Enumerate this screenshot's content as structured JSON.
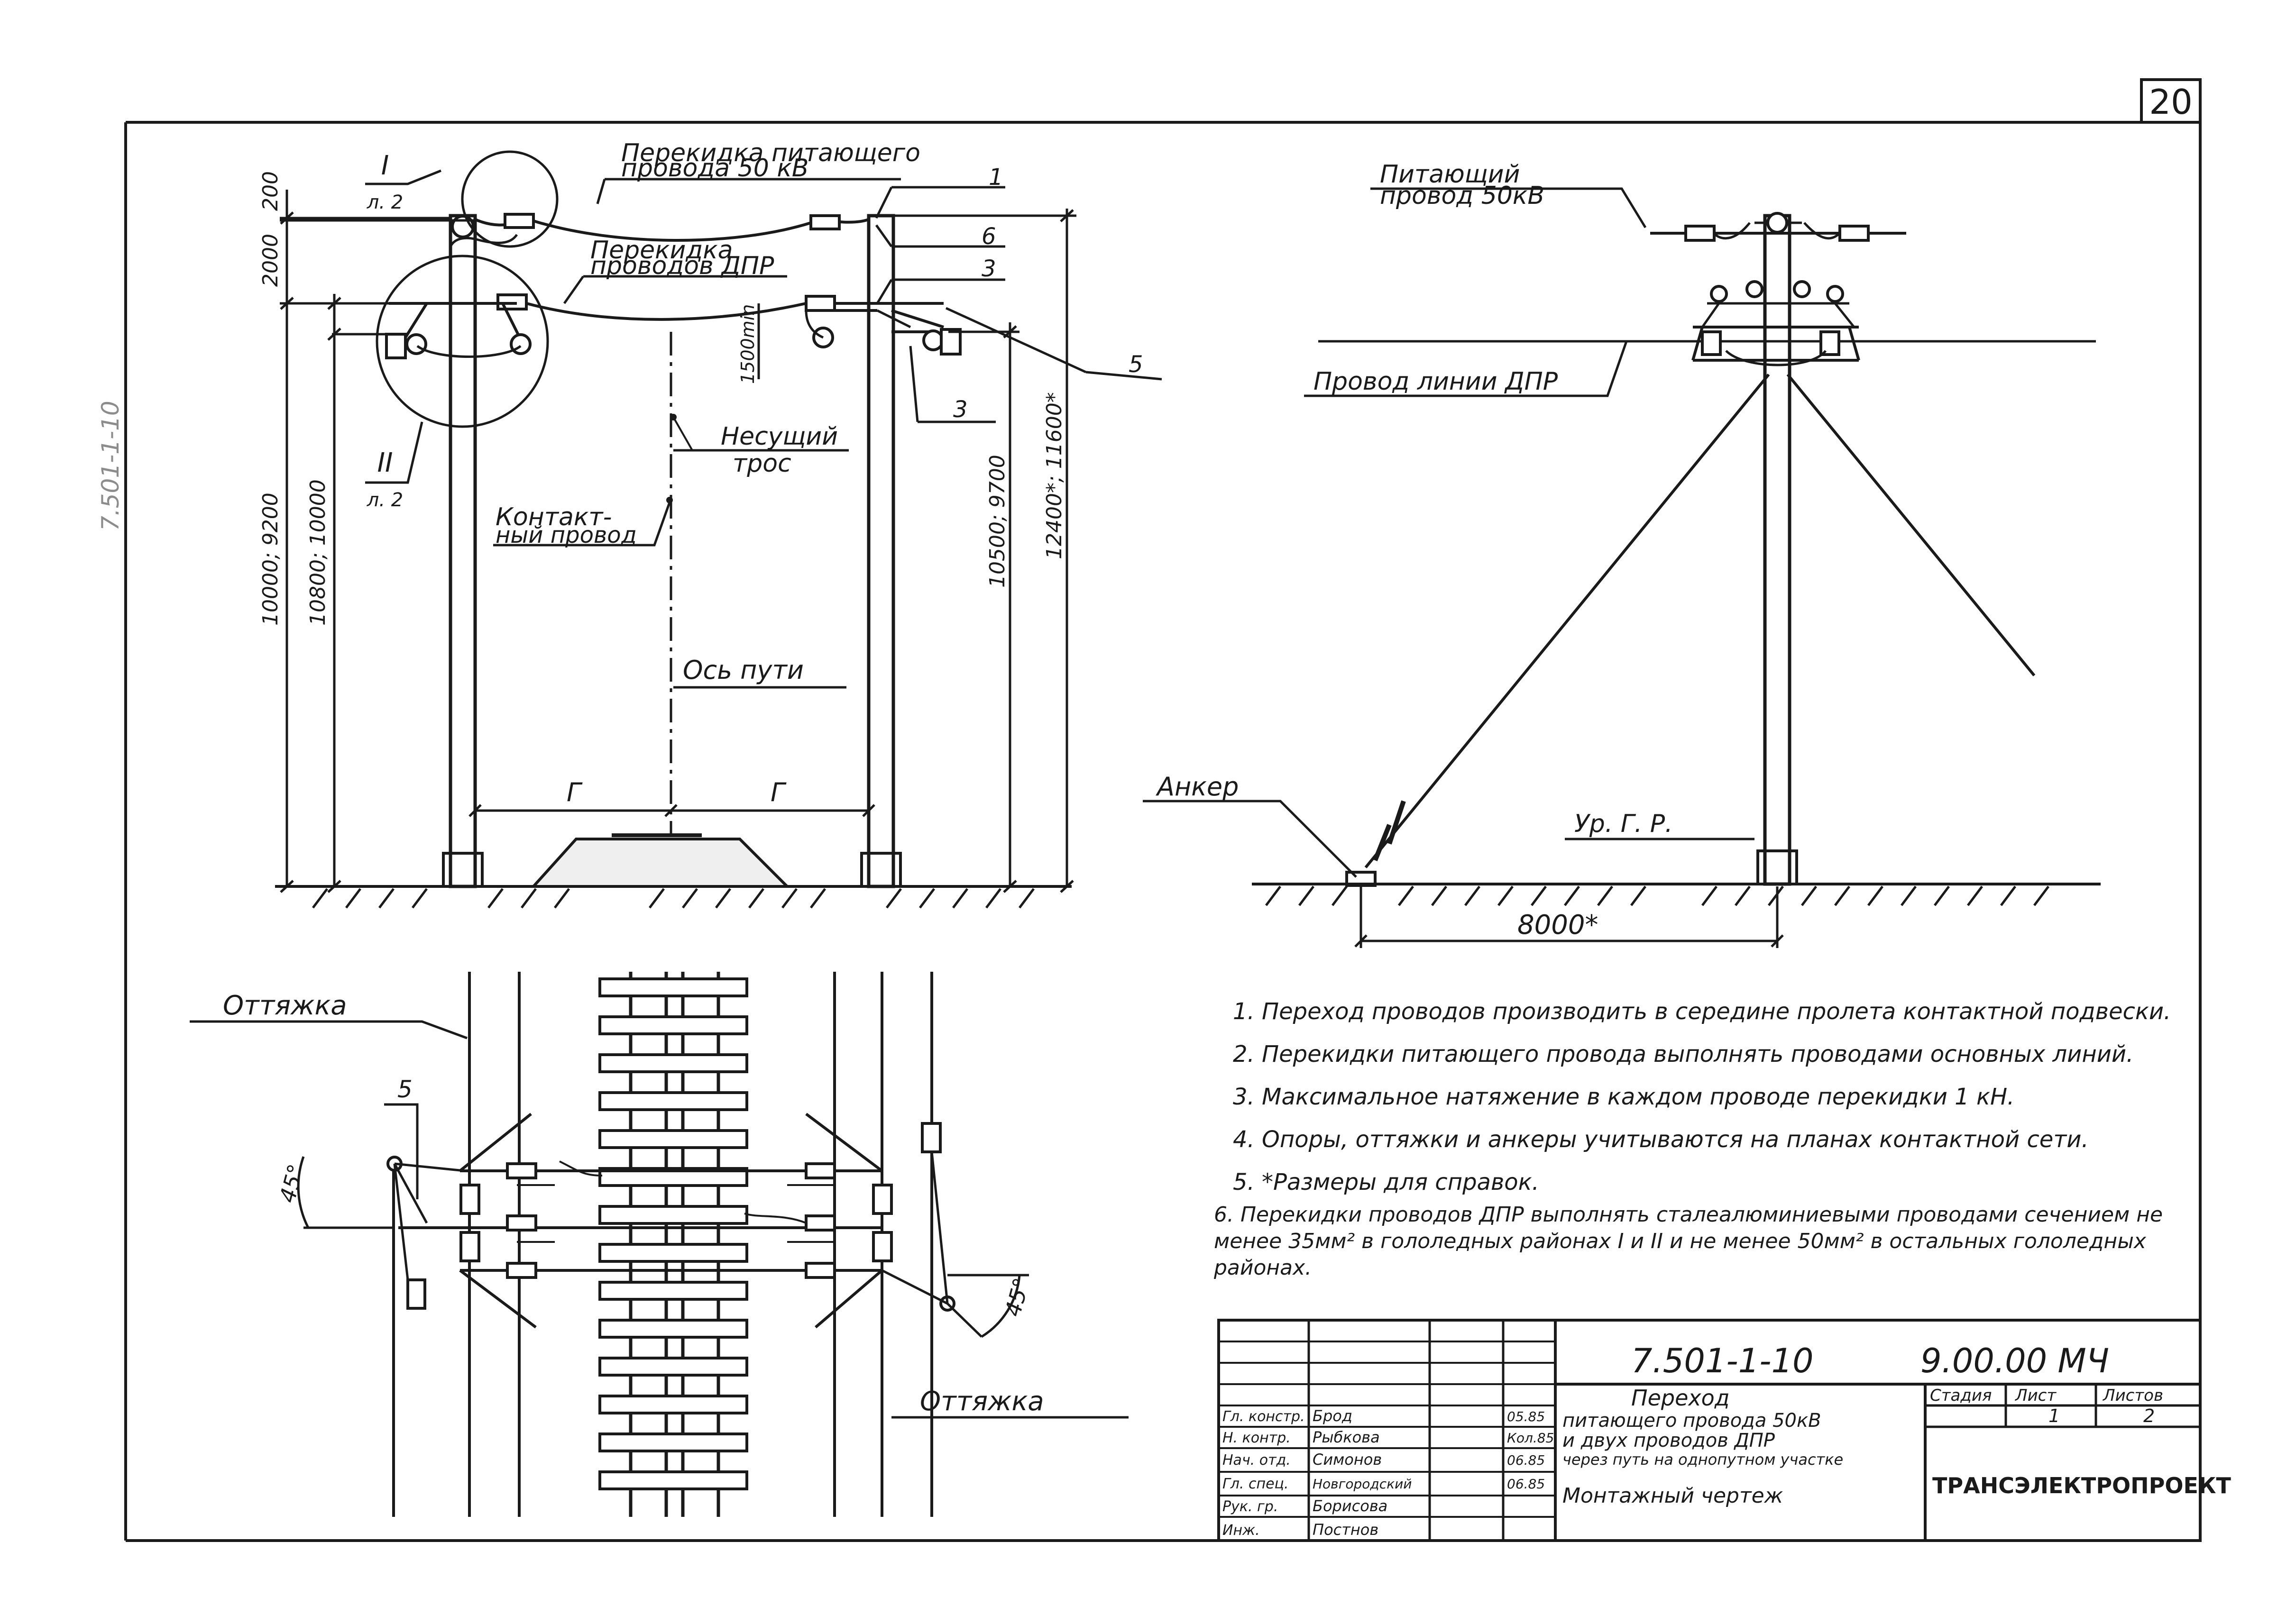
{
  "sheet": {
    "number": "20",
    "side_note": "7.501-1-10"
  },
  "front_view": {
    "label_feeder_jump_line1": "Перекидка питающего",
    "label_feeder_jump_line2": "провода 50 кВ",
    "label_dpr_jump_line1": "Перекидка",
    "label_dpr_jump_line2": "проводов ДПР",
    "callout_I": "I",
    "callout_I_sheet": "л. 2",
    "callout_II": "II",
    "callout_II_sheet": "л. 2",
    "label_messenger_line1": "Несущий",
    "label_messenger_line2": "трос",
    "label_contact_line1": "Контакт-",
    "label_contact_line2": "ный провод",
    "label_track_axis": "Ось пути",
    "dim_200": "200",
    "dim_2000": "2000",
    "dim_1500": "1500min",
    "dim_left_outer": "10800; 10000",
    "dim_left_inner": "10000; 9200",
    "dim_right_inner": "10500; 9700",
    "dim_right_outer": "12400*; 11600*",
    "dim_gauge_left": "Г",
    "dim_gauge_right": "Г",
    "pos_1": "1",
    "pos_6": "6",
    "pos_3a": "3",
    "pos_3b": "3",
    "pos_5": "5"
  },
  "side_view": {
    "label_feeder_line1": "Питающий",
    "label_feeder_line2": "провод 50кВ",
    "label_dpr_line": "Провод линии ДПР",
    "label_anchor": "Анкер",
    "label_ground_level": "Ур. Г. Р.",
    "dim_8000": "8000*"
  },
  "plan_view": {
    "label_guy_top": "Оттяжка",
    "label_guy_bottom": "Оттяжка",
    "pos_5": "5",
    "angle_left": "45°",
    "angle_right": "45°"
  },
  "notes": [
    "1. Переход проводов производить в середине пролета контактной подвески.",
    "2. Перекидки питающего провода выполнять проводами основных линий.",
    "3. Максимальное натяжение в каждом проводе перекидки 1 кН.",
    "4. Опоры, оттяжки и анкеры учитываются на планах контактной сети.",
    "5. *Размеры для справок.",
    "6. Перекидки проводов ДПР выполнять сталеалюминиевыми проводами сечением не менее 35мм² в гололедных районах I и II и не менее 50мм² в остальных гололедных районах."
  ],
  "title_block": {
    "doc_code": "7.501-1-10",
    "sheet_code": "9.00.00 МЧ",
    "title_line1": "Переход",
    "title_line2": "питающего провода 50кВ",
    "title_line3": "и двух проводов ДПР",
    "title_line4": "через путь на однопутном участке",
    "drawing_type": "Монтажный чертеж",
    "col_stage": "Стадия",
    "col_sheet": "Лист",
    "col_sheets": "Листов",
    "sheet_value": "1",
    "sheets_value": "2",
    "organization": "ТРАНСЭЛЕКТРОПРОЕКТ",
    "staff": [
      {
        "role": "Гл. констр.",
        "name": "Брод",
        "date": "05.85"
      },
      {
        "role": "Н. контр.",
        "name": "Рыбкова",
        "date": "Кол.85"
      },
      {
        "role": "Нач. отд.",
        "name": "Симонов",
        "date": "06.85"
      },
      {
        "role": "Гл. спец.",
        "name": "Новгородский",
        "date": "06.85"
      },
      {
        "role": "Рук. гр.",
        "name": "Борисова",
        "date": ""
      },
      {
        "role": "Инж.",
        "name": "Постнов",
        "date": ""
      }
    ]
  }
}
